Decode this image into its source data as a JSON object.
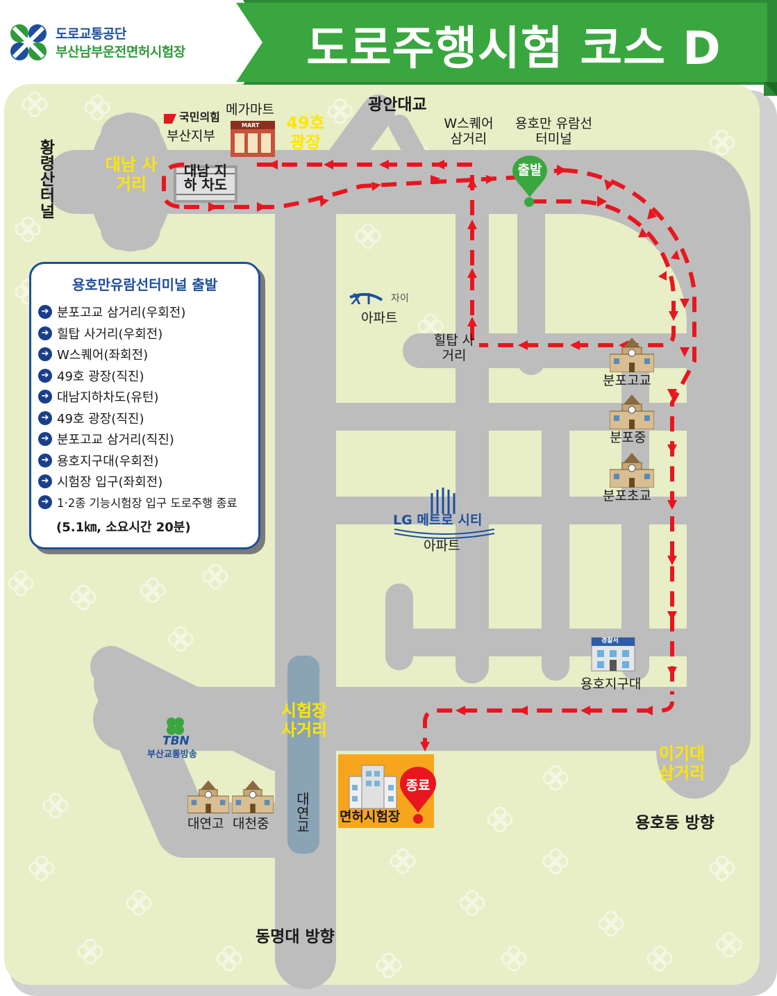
{
  "header": {
    "org_line1": "도로교통공단",
    "org_line2": "부산남부운전면허시험장",
    "title": "도로주행시험 코스 D"
  },
  "colors": {
    "banner_green": "#3aa63f",
    "map_background": "#e8eec6",
    "road_gray": "#bdbdbd",
    "route_red": "#e8161f",
    "label_yellow": "#ffe600",
    "legend_blue": "#1d4f9c",
    "exam_site_orange": "#f7a51c"
  },
  "route": {
    "start": "출발",
    "end": "종료"
  },
  "places": {
    "gwangan_bridge": "광안대교",
    "hwangryeong_tunnel": "황령산터널",
    "party_name": "국민의힘",
    "party_branch": "부산지부",
    "megamart": "메가마트",
    "mart_sign": "MART",
    "plaza49": "49호 광장",
    "daenam_junction": "대남 사거리",
    "daenam_underpass": "대남 지하 차도",
    "w_square": "W스퀘어 삼거리",
    "yonghoman_terminal": "용호만 유람선터미널",
    "xi_brand": "자이",
    "xi_apt": "아파트",
    "hiltop": "힐탑 사거리",
    "bunpo_high": "분포고교",
    "bunpo_middle": "분포중",
    "bunpo_elem": "분포초교",
    "lg_brand": "LG 메트로 시티",
    "lg_apt": "아파트",
    "police_sign": "경찰서",
    "yongho_police": "용호지구대",
    "test_junction": "시험장 사거리",
    "daeyeon_bridge": "대연교",
    "tbn_brand": "TBN",
    "tbn_name": "부산교통방송",
    "daeyeon_high": "대연고",
    "daecheon_middle": "대천중",
    "license_center": "면허시험장",
    "igidae_junction": "이기대 삼거리",
    "yongho_dir": "용호동 방향",
    "dongmyeong_dir": "동명대 방향"
  },
  "legend": {
    "title": "용호만유람선터미널 출발",
    "items": [
      "분포고교 삼거리(우회전)",
      "힐탑 사거리(우회전)",
      "W스퀘어(좌회전)",
      "49호 광장(직진)",
      "대남지하차도(유턴)",
      "49호 광장(직진)",
      "분포고교 삼거리(직진)",
      "용호지구대(우회전)",
      "시험장 입구(좌회전)",
      "1·2종 기능시험장 입구 도로주행 종료"
    ],
    "note": "(5.1㎞, 소요시간 20분)"
  }
}
